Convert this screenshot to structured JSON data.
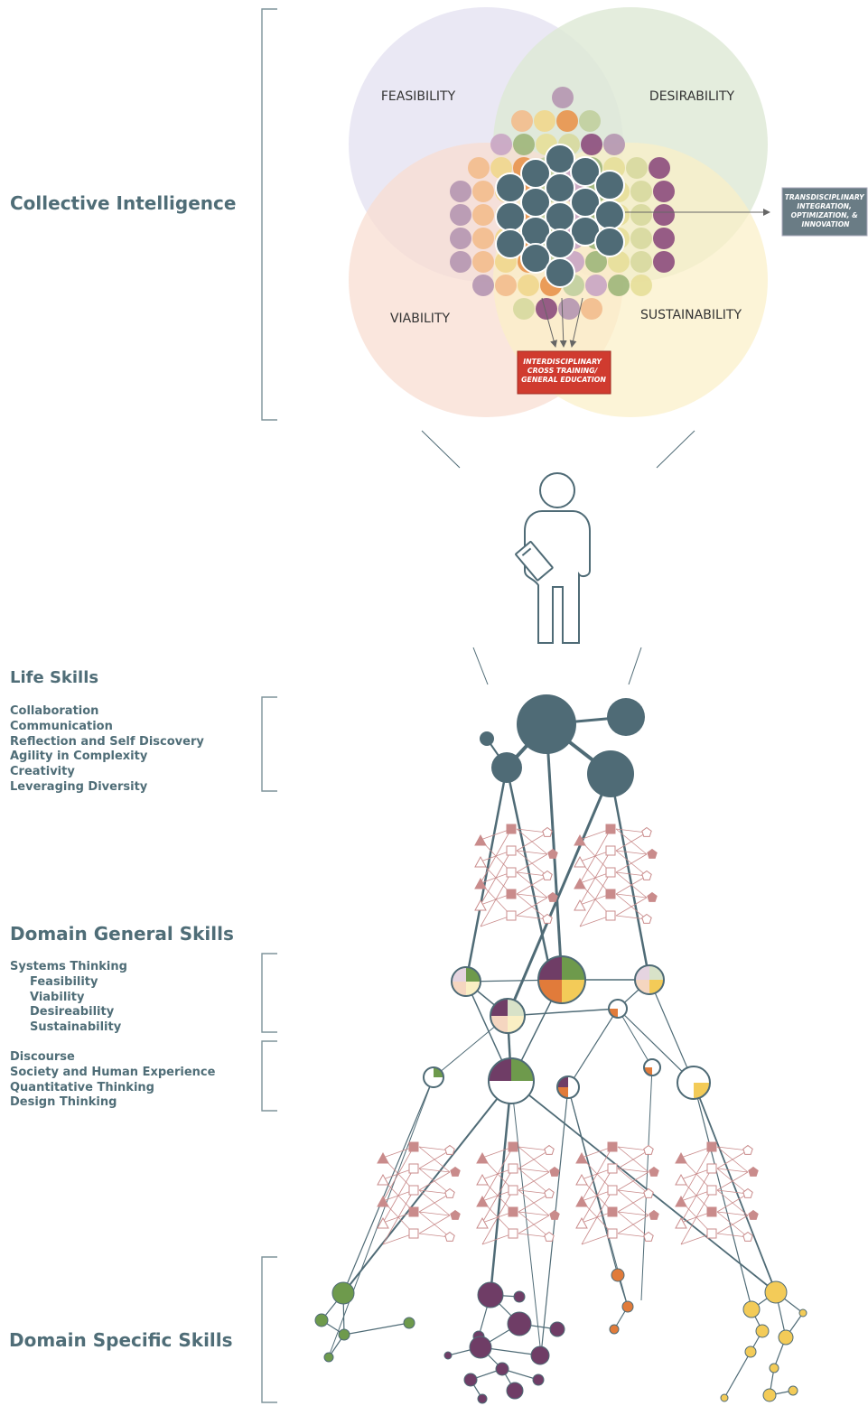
{
  "sections": {
    "collective": {
      "title": "Collective Intelligence"
    },
    "life": {
      "title": "Life Skills",
      "items": [
        "Collaboration",
        "Communication",
        "Reflection and Self Discovery",
        "Agility in Complexity",
        "Creativity",
        "Leveraging Diversity"
      ]
    },
    "domain_general": {
      "title": "Domain General Skills",
      "group1": [
        "Systems Thinking"
      ],
      "group1_sub": [
        "Feasibility",
        "Viability",
        "Desireability",
        "Sustainability"
      ],
      "group2": [
        "Discourse",
        "Society and Human Experience",
        "Quantitative Thinking",
        "Design Thinking"
      ]
    },
    "domain_specific": {
      "title": "Domain Specific Skills"
    }
  },
  "venn": {
    "labels": {
      "feasibility": "FEASIBILITY",
      "desirability": "DESIRABILITY",
      "viability": "VIABILITY",
      "sustainability": "SUSTAINABILITY"
    },
    "colors": {
      "feasibility": "#e6e4f2",
      "desirability": "#dde9d4",
      "viability": "#f8ddd1",
      "sustainability": "#fbf0c6"
    }
  },
  "callouts": {
    "transdisciplinary": [
      "TRANSDISCIPLINARY",
      "INTEGRATION,",
      "OPTIMIZATION, &",
      "INNOVATION"
    ],
    "interdisciplinary": [
      "INTERDISCIPLINARY",
      "CROSS TRAINING/",
      "GENERAL EDUCATION"
    ]
  },
  "palette": {
    "slate": "#4f6b76",
    "green": "#6e9a4c",
    "purple": "#6f3d66",
    "orange": "#e17b3a",
    "yellow": "#f3cb58",
    "red_box": "#d03b2f",
    "gray_box": "#6a7c85",
    "shape_pink": "#c98b8b"
  },
  "icons": [
    "person-icon",
    "clipboard-icon"
  ]
}
